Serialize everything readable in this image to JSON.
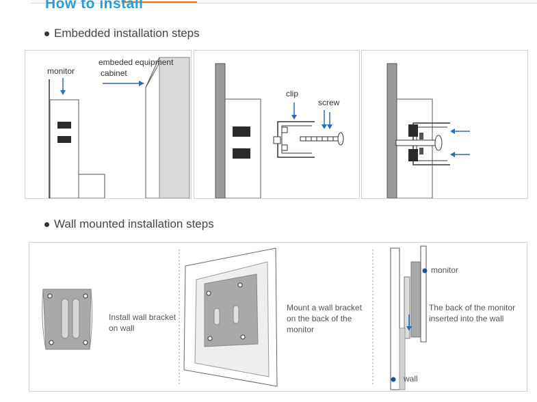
{
  "page": {
    "title": "How to install",
    "accent_color": "#e8731f",
    "title_color": "#2b9bd3"
  },
  "embedded": {
    "heading": "Embedded installation steps",
    "panel1": {
      "monitor_label": "monitor",
      "cabinet_label_line1": "embeded equipment",
      "cabinet_label_line2": "cabinet"
    },
    "panel2": {
      "clip_label": "clip",
      "screw_label": "screw"
    }
  },
  "wall": {
    "heading": "Wall mounted installation steps",
    "step1": {
      "label": "Install wall bracket on wall"
    },
    "step2": {
      "label": "Mount a wall bracket on the back of the monitor"
    },
    "step3": {
      "monitor_label": "monitor",
      "back_label": "The back of the monitor inserted into the wall",
      "wall_label": "wall"
    },
    "marker_color": "#1f4fa3"
  }
}
